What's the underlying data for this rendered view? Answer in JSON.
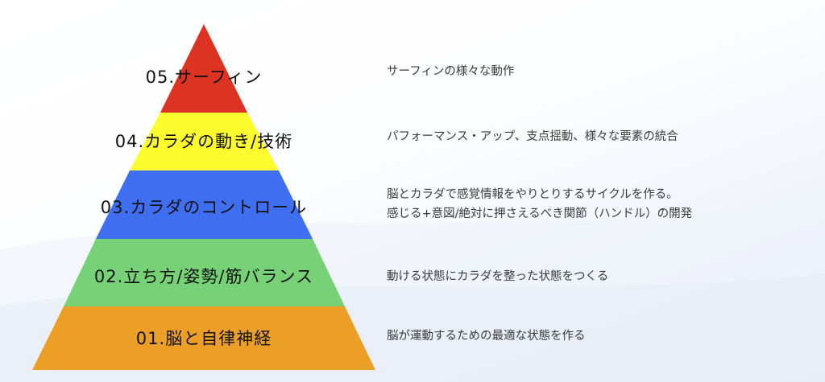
{
  "pyramid": {
    "levels": [
      {
        "label": "05.サーフィン",
        "description": [
          "サーフィンの様々な動作"
        ],
        "color": "#dd3322"
      },
      {
        "label": "04.カラダの動き/技術",
        "description": [
          "パフォーマンス・アップ、支点揺動、様々な要素の統合"
        ],
        "color": "#fbfb2e"
      },
      {
        "label": "03.カラダのコントロール",
        "description": [
          "脳とカラダで感覚情報をやりとりするサイクルを作る。",
          "感じる+意図/絶対に押さえるべき関節（ハンドル）の開発"
        ],
        "color": "#3f6ef0"
      },
      {
        "label": "02.立ち方/姿勢/筋バランス",
        "description": [
          "動ける状態にカラダを整った状態をつくる"
        ],
        "color": "#77d277"
      },
      {
        "label": "01.脳と自律神経",
        "description": [
          "脳が運動するための最適な状態を作る"
        ],
        "color": "#eb9f27"
      }
    ]
  }
}
